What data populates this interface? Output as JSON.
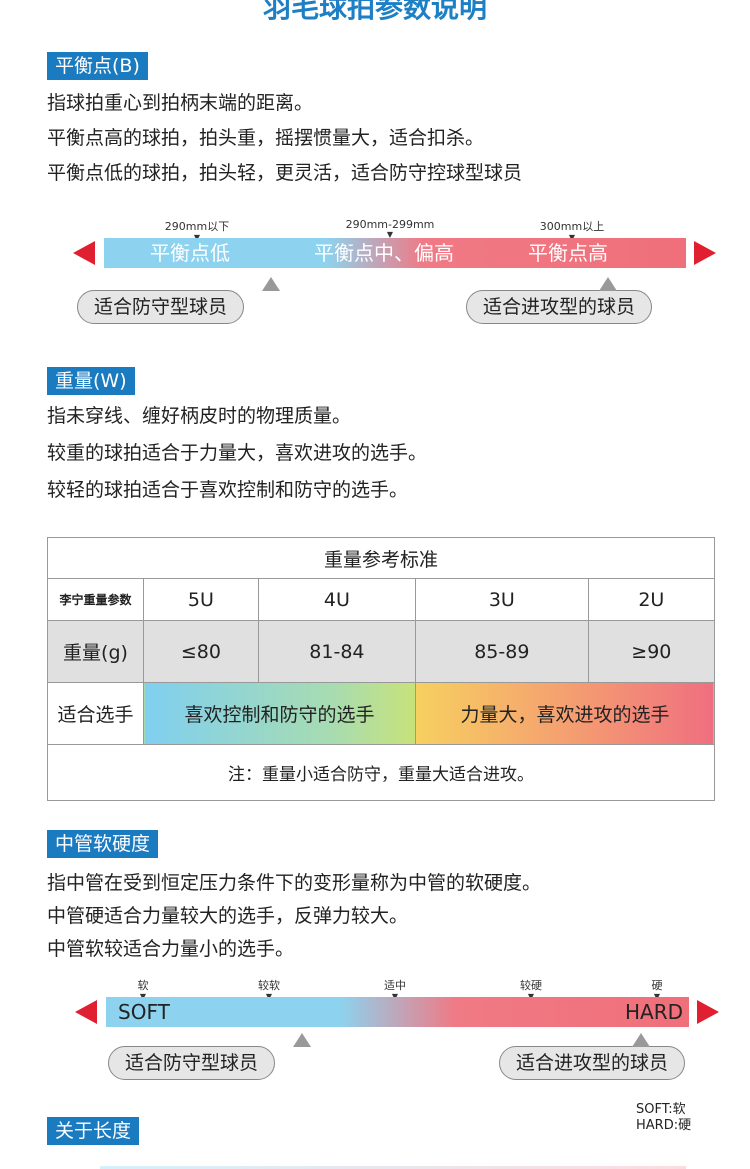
{
  "title": "羽毛球拍参数说明",
  "balance": {
    "label": "平衡点(B)",
    "lines": [
      "指球拍重心到拍柄末端的距离。",
      "平衡点高的球拍，拍头重，摇摆惯量大，适合扣杀。",
      "平衡点低的球拍，拍头轻，更灵活，适合防守控球型球员"
    ],
    "ticks": [
      "290mm以下",
      "290mm-299mm",
      "300mm以上"
    ],
    "zones": [
      "平衡点低",
      "平衡点中、偏高",
      "平衡点高"
    ],
    "bubbles": [
      "适合防守型球员",
      "适合进攻型的球员"
    ]
  },
  "weight": {
    "label": "重量(W)",
    "lines": [
      "指未穿线、缠好柄皮时的物理质量。",
      "较重的球拍适合于力量大，喜欢进攻的选手。",
      "较轻的球拍适合于喜欢控制和防守的选手。"
    ],
    "table": {
      "title": "重量参考标准",
      "header": [
        "李宁重量参数",
        "5U",
        "4U",
        "3U",
        "2U"
      ],
      "weight_row": [
        "重量(g)",
        "≤80",
        "81-84",
        "85-89",
        "≥90"
      ],
      "suit_row": [
        "适合选手",
        "喜欢控制和防守的选手",
        "力量大，喜欢进攻的选手"
      ],
      "note": "注：重量小适合防守，重量大适合进攻。"
    }
  },
  "shaft": {
    "label": "中管软硬度",
    "lines": [
      "指中管在受到恒定压力条件下的变形量称为中管的软硬度。",
      "中管硬适合力量较大的选手，反弹力较大。",
      "中管软较适合力量小的选手。"
    ],
    "ticks": [
      "软",
      "较软",
      "适中",
      "较硬",
      "硬"
    ],
    "soft": "SOFT",
    "hard": "HARD",
    "bubbles": [
      "适合防守型球员",
      "适合进攻型的球员"
    ],
    "legend": [
      "SOFT:软",
      "HARD:硬"
    ]
  },
  "length": {
    "label": "关于长度"
  }
}
